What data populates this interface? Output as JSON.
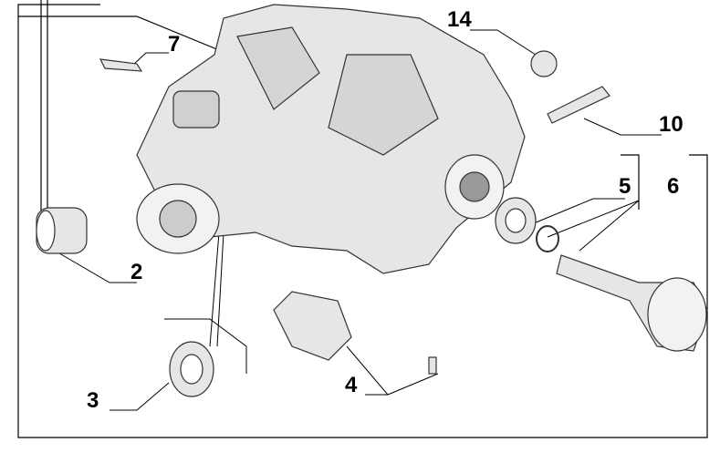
{
  "diagram": {
    "callouts": [
      {
        "id": "callout-2",
        "text": "2"
      },
      {
        "id": "callout-3",
        "text": "3"
      },
      {
        "id": "callout-4",
        "text": "4"
      },
      {
        "id": "callout-5",
        "text": "5"
      },
      {
        "id": "callout-6",
        "text": "6"
      },
      {
        "id": "callout-7",
        "text": "7"
      },
      {
        "id": "callout-10",
        "text": "10"
      },
      {
        "id": "callout-14",
        "text": "14"
      }
    ],
    "colors": {
      "line": "#000000",
      "part_fill": "#e6e6e6",
      "part_stroke": "#333333"
    }
  }
}
